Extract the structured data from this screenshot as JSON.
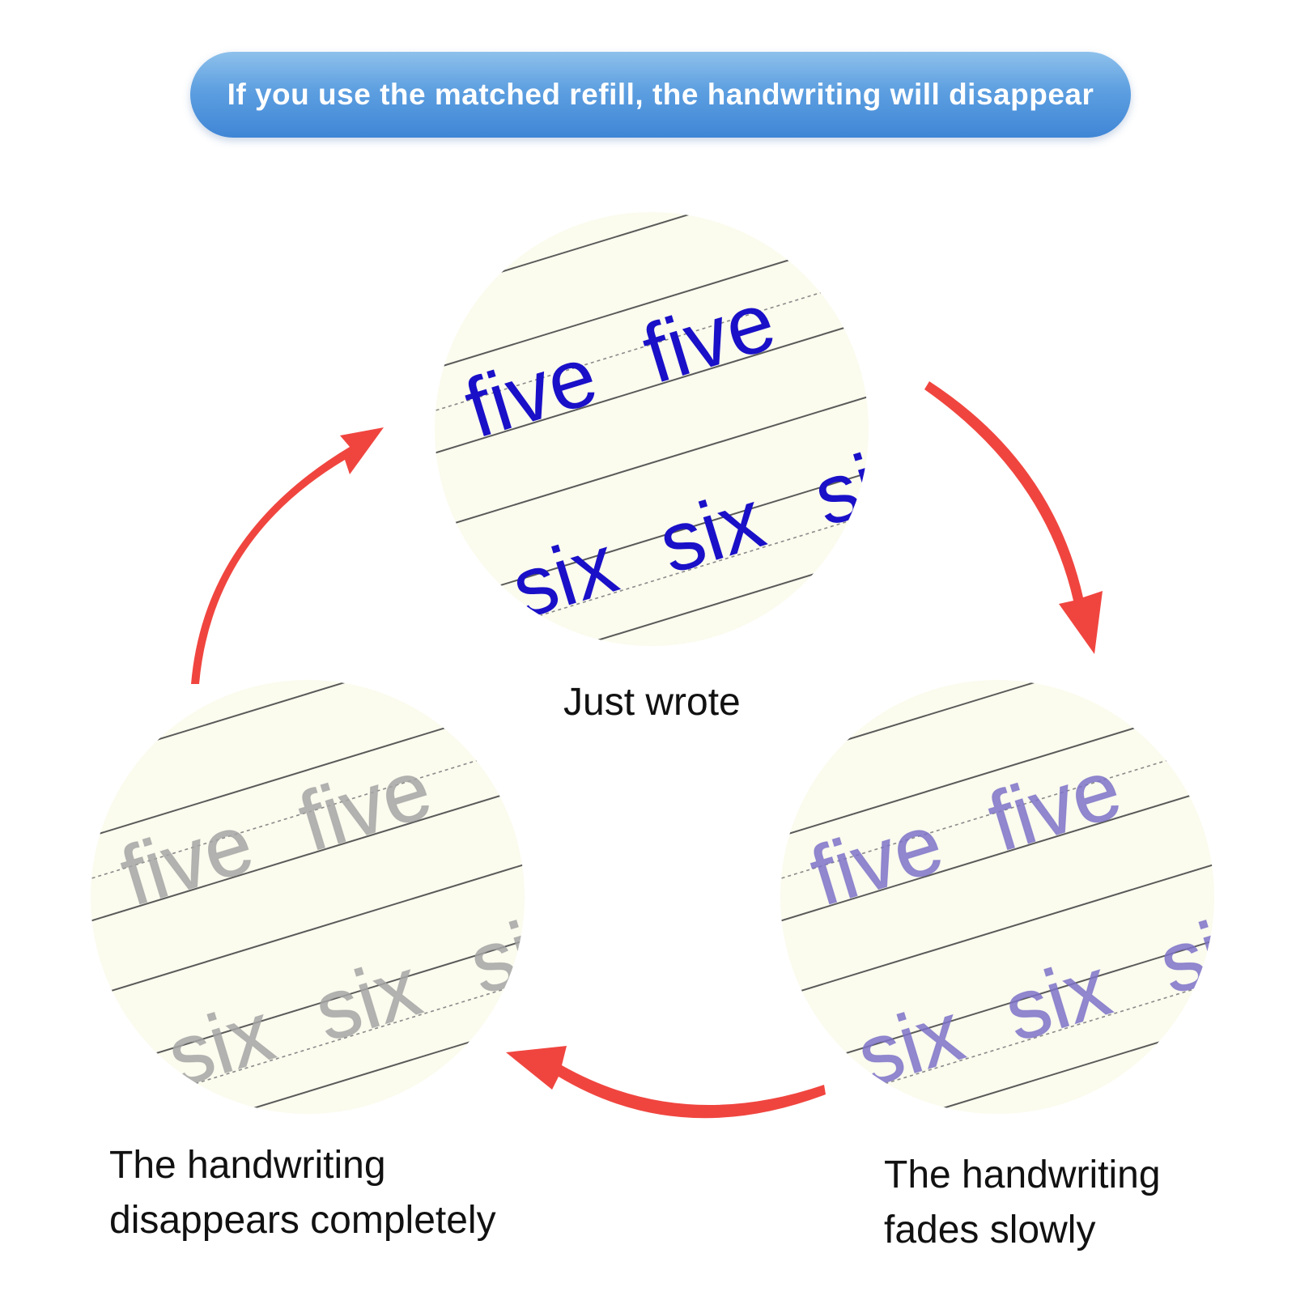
{
  "banner": {
    "text": "If you use the matched refill, the handwriting will disappear"
  },
  "stages": [
    {
      "id": "just-wrote",
      "caption_lines": [
        "Just wrote"
      ],
      "ink_color": "#1a10c8",
      "words": [
        "five",
        "six"
      ]
    },
    {
      "id": "fades-slowly",
      "caption_lines": [
        "The handwriting",
        "fades slowly"
      ],
      "ink_color": "#7c72c8",
      "words": [
        "five",
        "six"
      ]
    },
    {
      "id": "disappears",
      "caption_lines": [
        "The handwriting",
        "disappears completely"
      ],
      "ink_color": "#a4a4a4",
      "words": [
        "five",
        "six"
      ]
    }
  ],
  "colors": {
    "paper": "#fbfbee",
    "arrow": "#f0453f",
    "solid_line": "#5a5a5a",
    "dotted_line": "#8a8a8a"
  },
  "icons": [
    "arrow-curved-icon"
  ]
}
